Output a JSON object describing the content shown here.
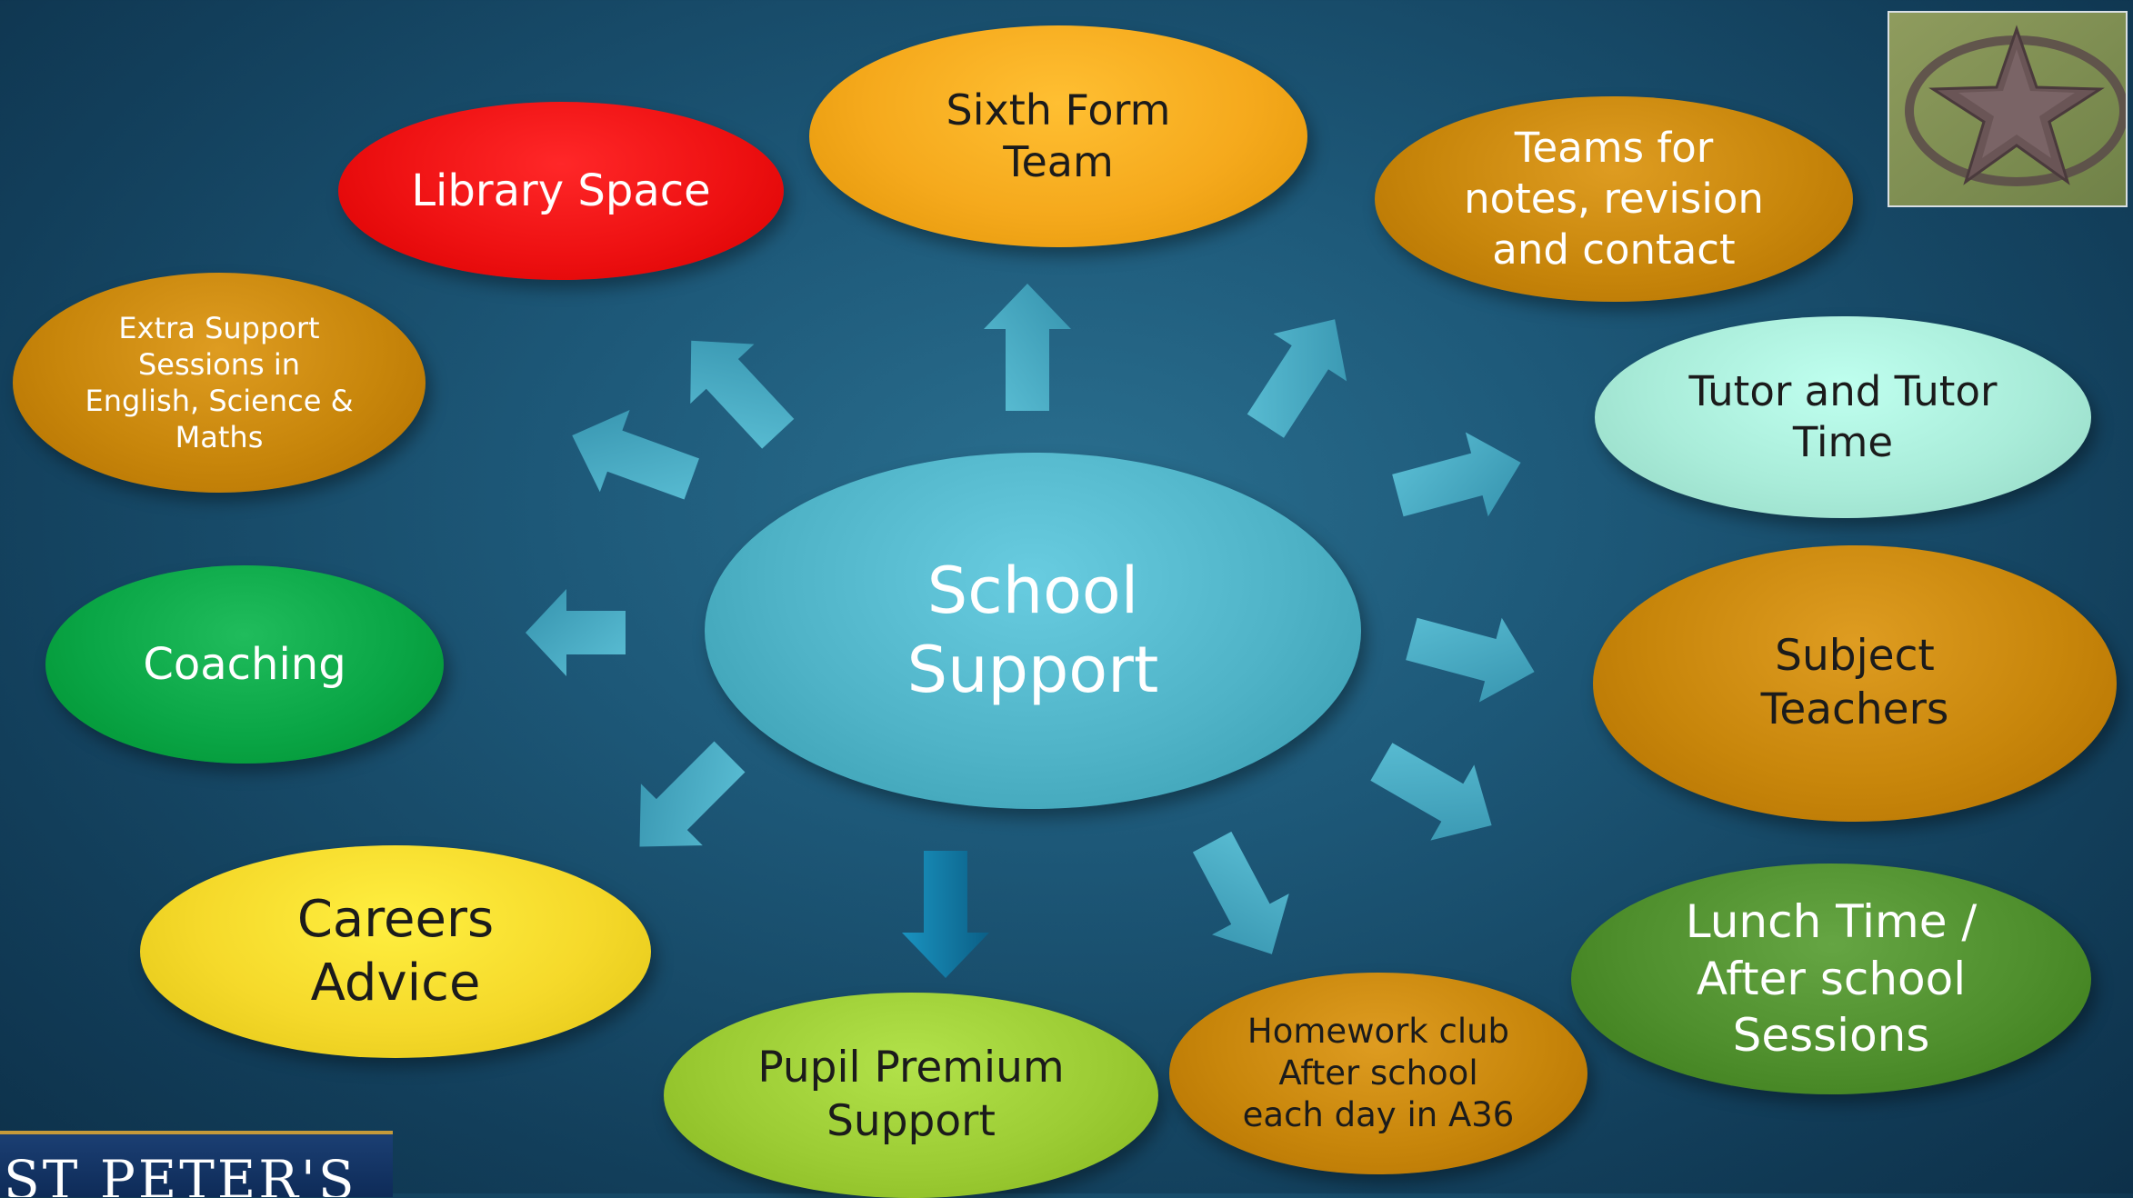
{
  "center": {
    "label": "School\nSupport",
    "color": "#4fb3c7"
  },
  "nodes": [
    {
      "key": "sixth-form-team",
      "label": "Sixth Form\nTeam",
      "color": "#f5a91c"
    },
    {
      "key": "library-space",
      "label": "Library Space",
      "color": "#ee1112"
    },
    {
      "key": "teams-notes",
      "label": "Teams for\nnotes, revision\nand contact",
      "color": "#c8860b"
    },
    {
      "key": "extra-support",
      "label": "Extra Support\nSessions in\nEnglish, Science &\nMaths",
      "color": "#c8860b"
    },
    {
      "key": "tutor-time",
      "label": "Tutor and Tutor\nTime",
      "color": "#a9ecd9"
    },
    {
      "key": "coaching",
      "label": "Coaching",
      "color": "#0aa646"
    },
    {
      "key": "subject-teachers",
      "label": "Subject\nTeachers",
      "color": "#c8860b"
    },
    {
      "key": "careers-advice",
      "label": "Careers\nAdvice",
      "color": "#f5d92a"
    },
    {
      "key": "lunch-time",
      "label": "Lunch Time /\nAfter school\nSessions",
      "color": "#4f8f2d"
    },
    {
      "key": "pupil-premium",
      "label": "Pupil Premium\nSupport",
      "color": "#9ccc34"
    },
    {
      "key": "homework-club",
      "label": "Homework club\nAfter school\neach day in A36",
      "color": "#c8860b"
    }
  ],
  "arrow_color": "#49aac3",
  "logo_text": "ST PETER'S",
  "photo_alt": "aerial photo of star formation on field"
}
